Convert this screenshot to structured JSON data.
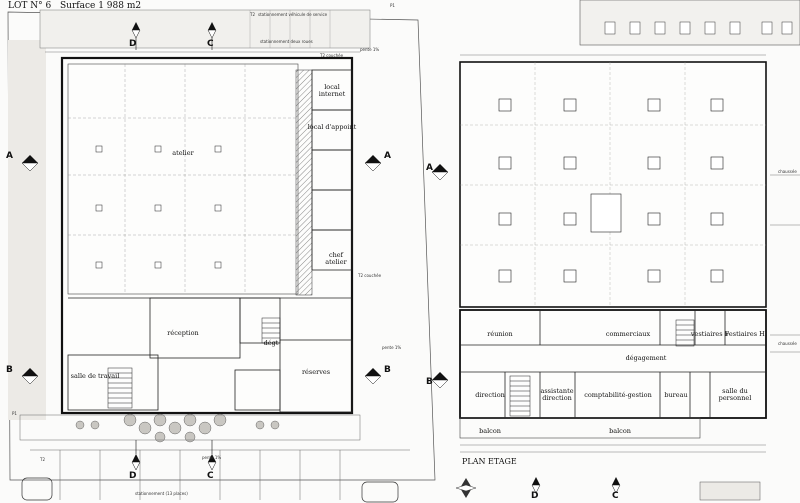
{
  "header": {
    "lot": "LOT N° 6",
    "surface": "Surface 1 988 m2"
  },
  "annotations": {
    "stat_service": "stationnement véhicule de service",
    "stat_deux_roues": "stationnement deux roues",
    "t2_couche_top": "T2 couchée",
    "t2_couche_right": "T2 couchée",
    "pente_top": "pente 1%",
    "pente_right": "pente 1%",
    "pente_bottom": "pente 1%",
    "stat_13": "stationnement (13 places)",
    "p1_top": "P1",
    "p1_left": "P1",
    "t2_top": "T2",
    "t2_left": "T2"
  },
  "sections": {
    "a_left": "A",
    "a_right": "A",
    "b_left": "B",
    "b_right": "B",
    "c_top": "C",
    "d_top": "D",
    "c_bottom": "C",
    "d_bottom": "D",
    "a_plan2": "A",
    "b_plan2": "B",
    "c_plan2": "C",
    "d_plan2": "D"
  },
  "rooms_ground": [
    {
      "key": "atelier",
      "label": "atelier"
    },
    {
      "key": "local_interne",
      "label": "local\ninternet"
    },
    {
      "key": "local_appoint",
      "label": "local d'appoint"
    },
    {
      "key": "chef_atelier",
      "label": "chef\natelier"
    },
    {
      "key": "reception",
      "label": "réception"
    },
    {
      "key": "degt",
      "label": "dégt"
    },
    {
      "key": "salle_travail",
      "label": "salle de travail"
    },
    {
      "key": "reserves",
      "label": "réserves"
    }
  ],
  "rooms_upper": [
    {
      "key": "réunion",
      "label": "réunion"
    },
    {
      "key": "commerciaux",
      "label": "commerciaux"
    },
    {
      "key": "vestiaires_f",
      "label": "vestiaires F"
    },
    {
      "key": "vestiaires_h",
      "label": "vestiaires H"
    },
    {
      "key": "degagement",
      "label": "dégagement"
    },
    {
      "key": "direction",
      "label": "direction"
    },
    {
      "key": "assistante",
      "label": "assistante\ndirection"
    },
    {
      "key": "comptabilite",
      "label": "comptabilité-gestion"
    },
    {
      "key": "bureau",
      "label": "bureau"
    },
    {
      "key": "salle_personnel",
      "label": "salle du\npersonnel"
    },
    {
      "key": "balcon1",
      "label": "balcon"
    },
    {
      "key": "balcon2",
      "label": "balcon"
    }
  ],
  "plan2_title": "PLAN ETAGE",
  "upper_labels": {
    "chaussee1": "chaussée",
    "chaussee2": "chaussée"
  }
}
